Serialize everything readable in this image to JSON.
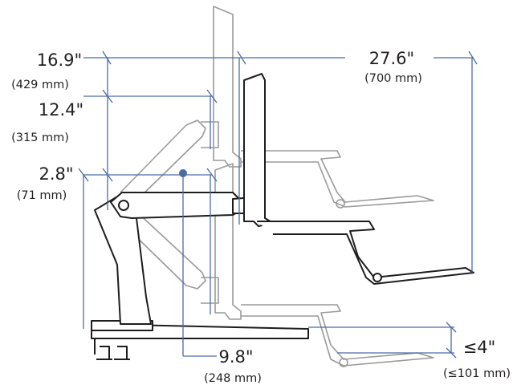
{
  "dimensions": {
    "reach_max": {
      "value": "27.6\"",
      "metric": "(700 mm)"
    },
    "height_max": {
      "value": "16.9\"",
      "metric": "(429 mm)"
    },
    "height_mid": {
      "value": "12.4\"",
      "metric": "(315 mm)"
    },
    "height_min": {
      "value": "2.8\"",
      "metric": "(71 mm)"
    },
    "pole_offset": {
      "value": "9.8\"",
      "metric": "(248 mm)"
    },
    "tilt_drop": {
      "value": "≤4\"",
      "metric": "(≤101 mm)"
    }
  },
  "colors": {
    "dimension_lines": "#4a6ca3",
    "ghost_positions": "#9a9a9a",
    "product_outline": "#1d1d1d",
    "label_text": "#231f20"
  }
}
